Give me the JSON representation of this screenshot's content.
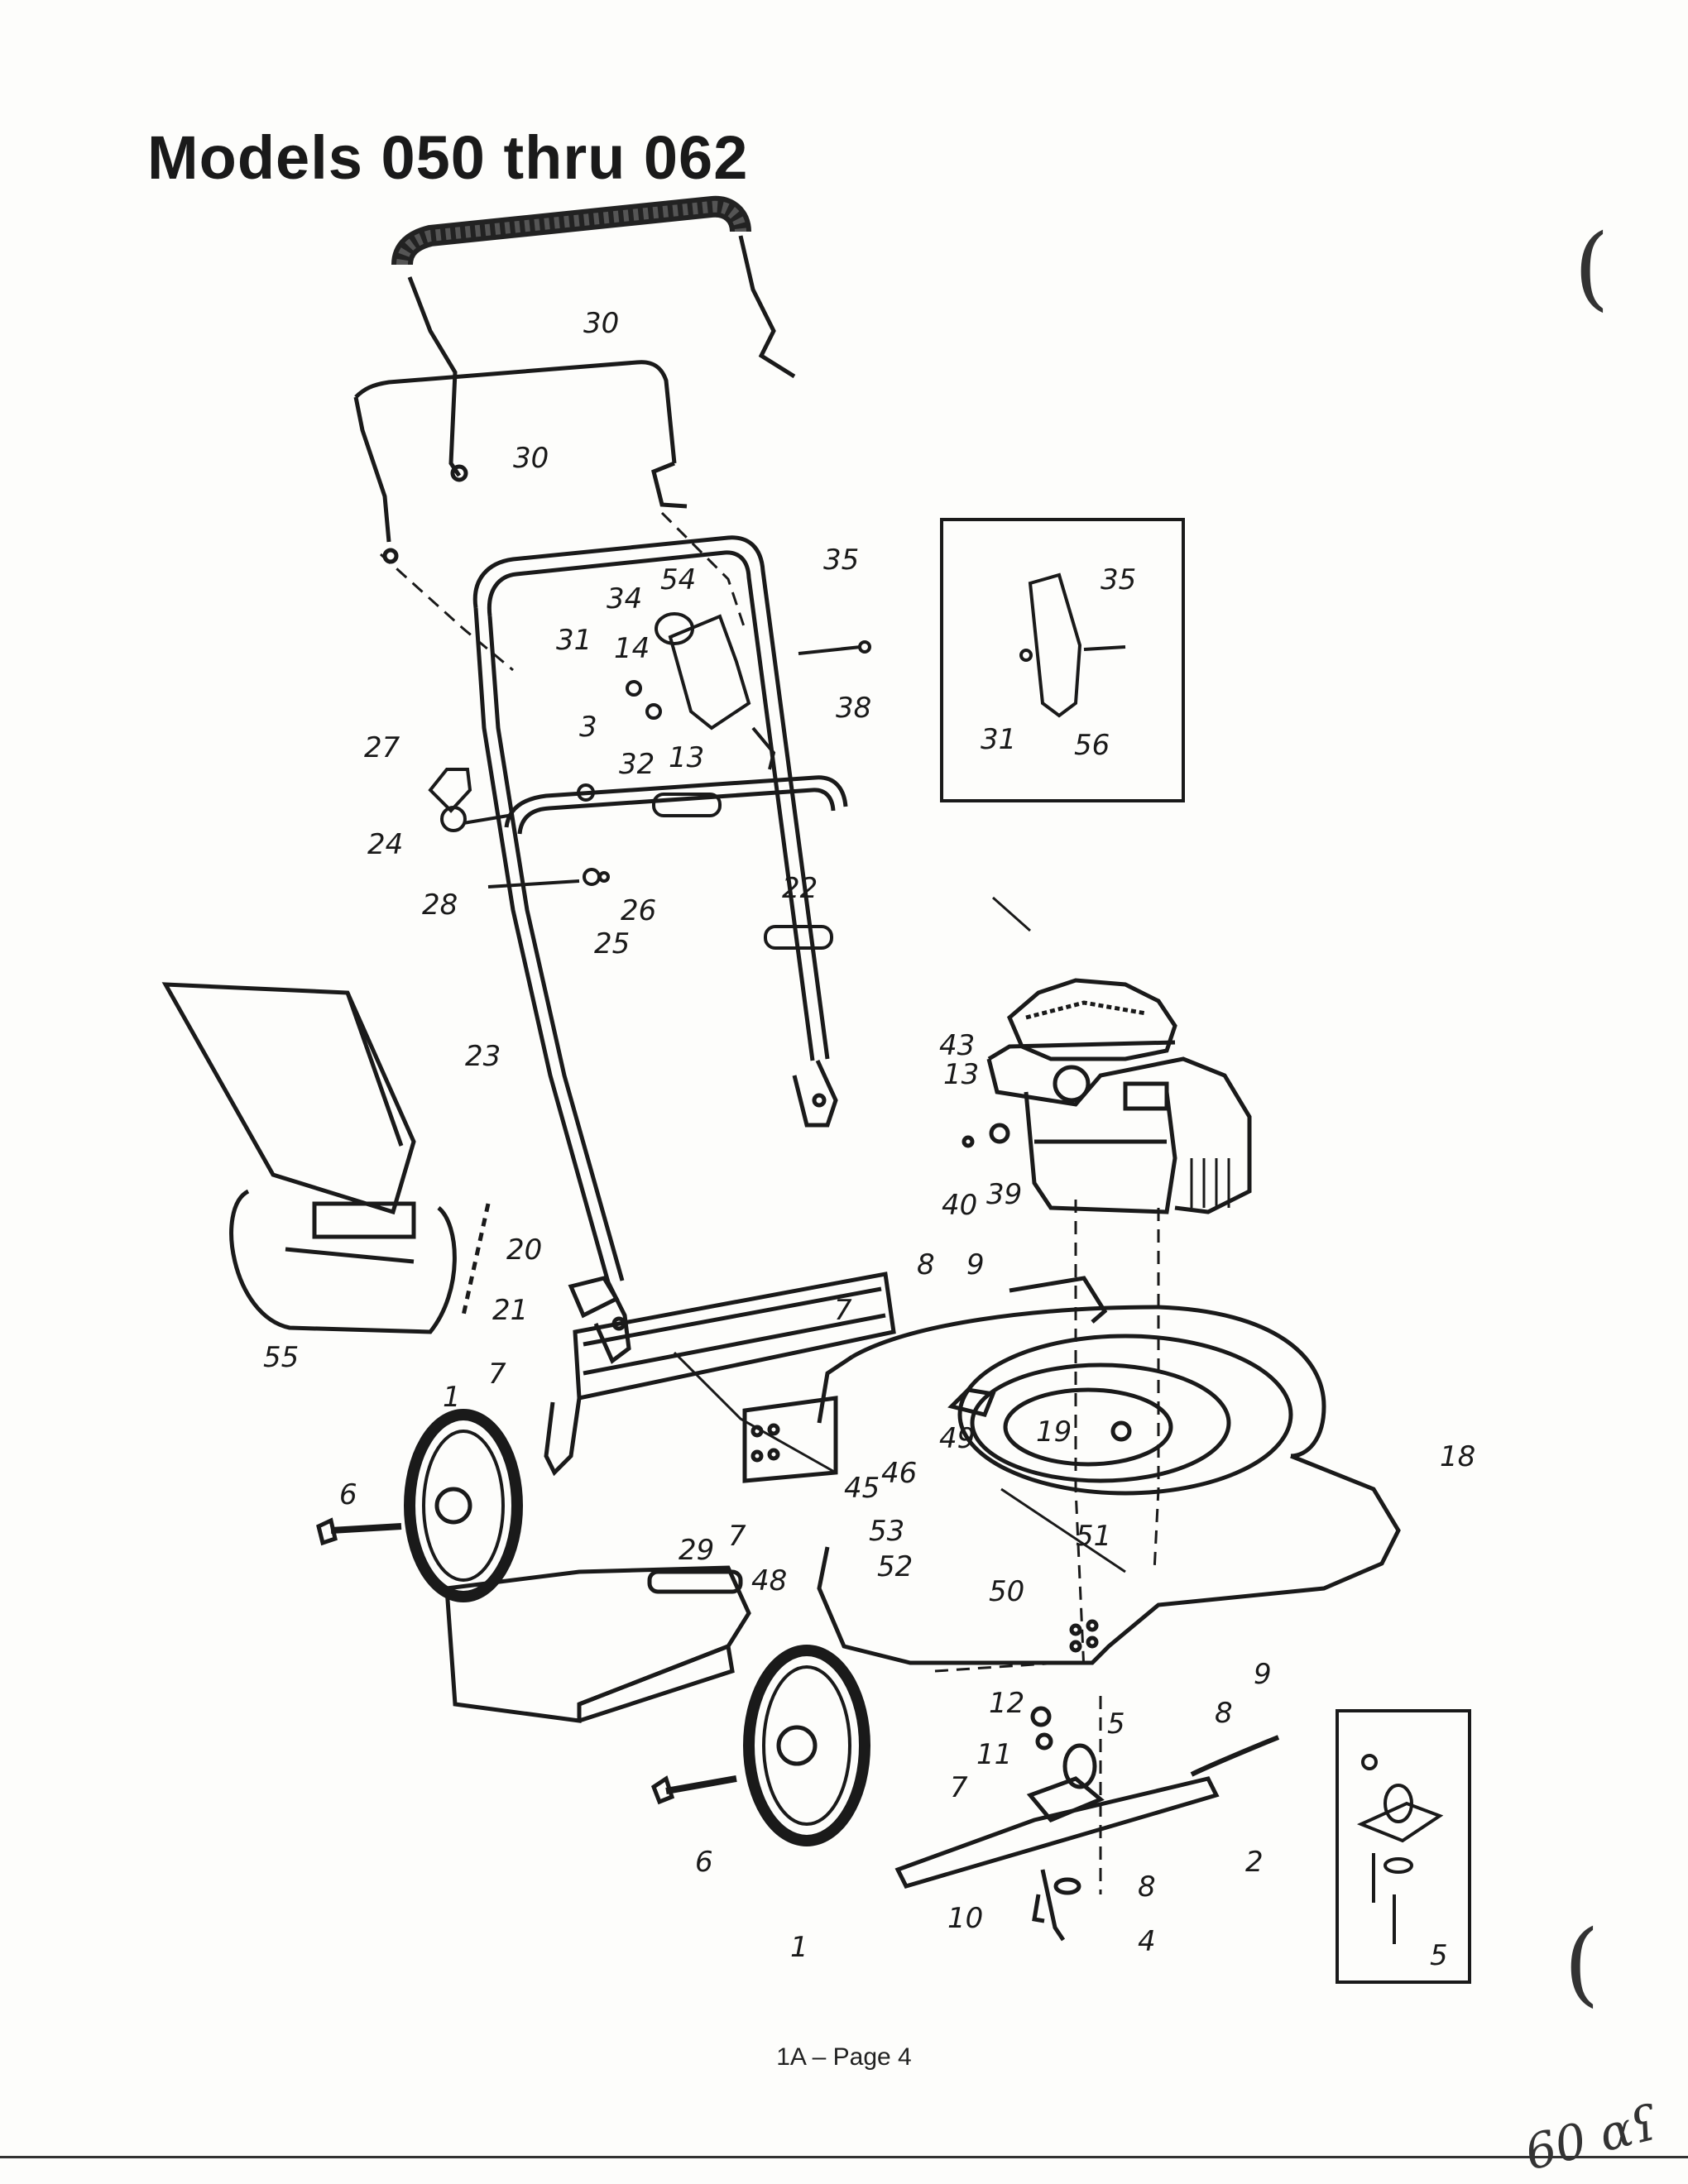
{
  "title": "Models 050 thru 062",
  "footer": "1A – Page 4",
  "handwritten_note": "60 αʕ",
  "margin_marks": [
    "(",
    "("
  ],
  "callouts": [
    {
      "id": "c-30a",
      "text": "30"
    },
    {
      "id": "c-30b",
      "text": "30"
    },
    {
      "id": "c-35",
      "text": "35"
    },
    {
      "id": "c-34",
      "text": "34"
    },
    {
      "id": "c-54",
      "text": "54"
    },
    {
      "id": "c-31",
      "text": "31"
    },
    {
      "id": "c-14",
      "text": "14"
    },
    {
      "id": "c-38",
      "text": "38"
    },
    {
      "id": "c-27",
      "text": "27"
    },
    {
      "id": "c-3",
      "text": "3"
    },
    {
      "id": "c-32",
      "text": "32"
    },
    {
      "id": "c-13a",
      "text": "13"
    },
    {
      "id": "c-24",
      "text": "24"
    },
    {
      "id": "c-28",
      "text": "28"
    },
    {
      "id": "c-26",
      "text": "26"
    },
    {
      "id": "c-25",
      "text": "25"
    },
    {
      "id": "c-22",
      "text": "22"
    },
    {
      "id": "c-23",
      "text": "23"
    },
    {
      "id": "c-43",
      "text": "43"
    },
    {
      "id": "c-13b",
      "text": "13"
    },
    {
      "id": "c-40",
      "text": "40"
    },
    {
      "id": "c-39",
      "text": "39"
    },
    {
      "id": "c-20",
      "text": "20"
    },
    {
      "id": "c-21",
      "text": "21"
    },
    {
      "id": "c-55",
      "text": "55"
    },
    {
      "id": "c-7a",
      "text": "7"
    },
    {
      "id": "c-1a",
      "text": "1"
    },
    {
      "id": "c-8a",
      "text": "8"
    },
    {
      "id": "c-9a",
      "text": "9"
    },
    {
      "id": "c-7b",
      "text": "7"
    },
    {
      "id": "c-49",
      "text": "49"
    },
    {
      "id": "c-19",
      "text": "19"
    },
    {
      "id": "c-18",
      "text": "18"
    },
    {
      "id": "c-45",
      "text": "45"
    },
    {
      "id": "c-46",
      "text": "46"
    },
    {
      "id": "c-6a",
      "text": "6"
    },
    {
      "id": "c-29",
      "text": "29"
    },
    {
      "id": "c-7c",
      "text": "7"
    },
    {
      "id": "c-53",
      "text": "53"
    },
    {
      "id": "c-52",
      "text": "52"
    },
    {
      "id": "c-51",
      "text": "51"
    },
    {
      "id": "c-48",
      "text": "48"
    },
    {
      "id": "c-50",
      "text": "50"
    },
    {
      "id": "c-9b",
      "text": "9"
    },
    {
      "id": "c-8b",
      "text": "8"
    },
    {
      "id": "c-12",
      "text": "12"
    },
    {
      "id": "c-5a",
      "text": "5"
    },
    {
      "id": "c-11",
      "text": "11"
    },
    {
      "id": "c-7d",
      "text": "7"
    },
    {
      "id": "c-2",
      "text": "2"
    },
    {
      "id": "c-6b",
      "text": "6"
    },
    {
      "id": "c-8c",
      "text": "8"
    },
    {
      "id": "c-10",
      "text": "10"
    },
    {
      "id": "c-4",
      "text": "4"
    },
    {
      "id": "c-1b",
      "text": "1"
    }
  ],
  "inset_top": {
    "callouts": [
      "35",
      "31",
      "56"
    ]
  },
  "inset_bottom": {
    "label": "5"
  }
}
